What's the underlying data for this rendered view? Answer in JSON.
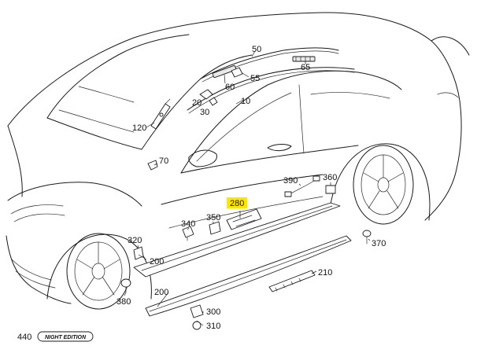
{
  "highlight_color": "#ffe600",
  "callouts": {
    "c10": "10",
    "c20": "20",
    "c30": "30",
    "c50": "50",
    "c55": "55",
    "c60": "60",
    "c65": "65",
    "c70": "70",
    "c120": "120",
    "c200a": "200",
    "c200b": "200",
    "c210": "210",
    "c280": "280",
    "c300": "300",
    "c310": "310",
    "c320": "320",
    "c340": "340",
    "c350": "350",
    "c360": "360",
    "c370": "370",
    "c380": "380",
    "c390": "390",
    "c440": "440"
  },
  "badge_text": "NIGHT EDITION",
  "selected_part": "280"
}
